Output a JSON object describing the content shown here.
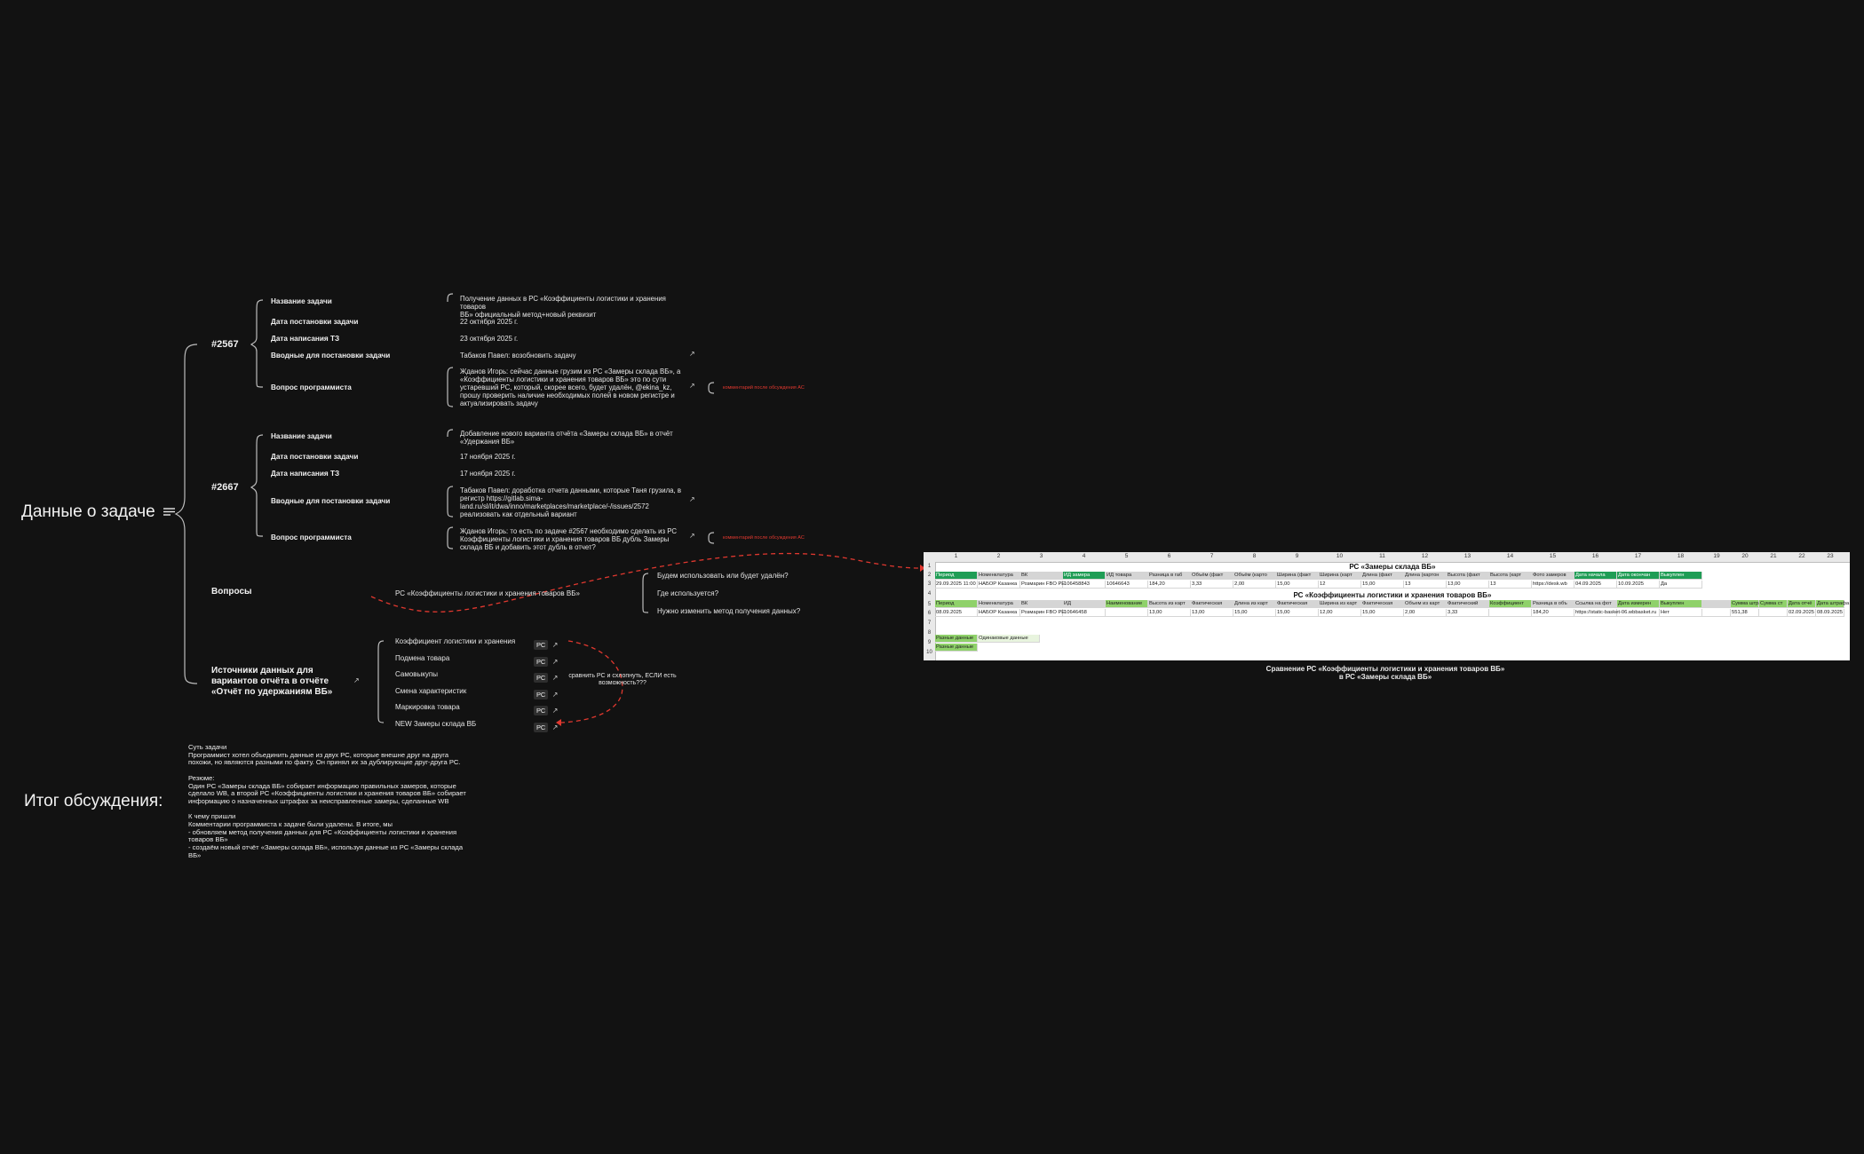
{
  "root": {
    "title": "Данные о задаче",
    "icon": "lines-icon"
  },
  "task_2567": {
    "id": "#2567",
    "rows": [
      {
        "label": "Название задачи",
        "value": "Получение данных в РС «Коэффициенты логистики и хранения товаров\nВБ» официальный метод+новый реквизит"
      },
      {
        "label": "Дата постановки задачи",
        "value": "22 октября 2025 г."
      },
      {
        "label": "Дата написания ТЗ",
        "value": "23 октября 2025 г."
      },
      {
        "label": "Вводные для постановки задачи",
        "value": "Табаков Павел: возобновить задачу"
      },
      {
        "label": "Вопрос программиста",
        "value": "Жданов Игорь: сейчас данные грузим из РС «Замеры склада ВБ», а\n«Коэффициенты логистики и хранения товаров ВБ» это по сути\nустаревший РС, который, скорее всего, будет удалён, @ekina_kz,\nпрошу проверить наличие необходимых полей в новом регистре и\nактуализировать задачу"
      }
    ],
    "note": "комментарий после обсуждения АС"
  },
  "task_2667": {
    "id": "#2667",
    "rows": [
      {
        "label": "Название задачи",
        "value": "Добавление нового варианта отчёта «Замеры склада ВБ» в отчёт\n«Удержания ВБ»"
      },
      {
        "label": "Дата постановки задачи",
        "value": "17 ноября 2025 г."
      },
      {
        "label": "Дата написания ТЗ",
        "value": "17 ноября 2025 г."
      },
      {
        "label": "Вводные для постановки задачи",
        "value": "Табаков Павел: доработка отчета данными, которые Таня грузила, в\nрегистр https://gitlab.sima-\nland.ru/sl/it/dwa/inno/marketplaces/marketplace/-/issues/2572\nреализовать как отдельный вариант"
      },
      {
        "label": "Вопрос программиста",
        "value": "Жданов Игорь: то есть по задаче #2567 необходимо сделать из РС\nКоэффициенты логистики и хранения товаров ВБ дубль Замеры\nсклада ВБ и добавить этот дубль в отчет?"
      }
    ],
    "note": "комментарий после обсуждения АС"
  },
  "questions": {
    "title": "Вопросы",
    "subject": "РС «Коэффициенты логистики и хранения товаров ВБ»",
    "items": [
      "Будем использовать или будет удалён?",
      "Где используется?",
      "Нужно изменить метод получения данных?"
    ]
  },
  "sources": {
    "title": "Источники данных для\nвариантов отчёта в отчёте\n«Отчёт по удержаниям ВБ»",
    "items": [
      "Коэффициент логистики и хранения",
      "Подмена товара",
      "Самовыкупы",
      "Смена характеристик",
      "Маркировка товара",
      "NEW Замеры склада ВБ"
    ],
    "badge": "РС",
    "compare_note": "сравнить РС и схлопнуть, ЕСЛИ есть\nвозможность???"
  },
  "outcome": {
    "title": "Итог обсуждения:",
    "text": "Суть задачи\nПрограммист хотел объединить данные из двух РС, которые внешне друг на друга\nпохожи, но являются разными по факту. Он принял их за дублирующие друг-друга РС.\n\nРезюме:\nОдин РС «Замеры склада ВБ» собирает информацию правильных замеров, которые\nсделало WB, а второй РС «Коэффициенты логистики и хранения товаров ВБ» собирает\nинформацию о назначенных штрафах за неисправленные замеры, сделанные WB\n\nК чему пришли\nКомментарии программиста к задаче были удалены. В итоге, мы\n- обновляем метод получения данных для РС «Коэффициенты логистики и хранения\nтоваров ВБ»\n- создаём новый отчёт «Замеры склада ВБ», используя данные из РС «Замеры склада\nВБ»"
  },
  "sheet": {
    "col_numbers": [
      "1",
      "2",
      "3",
      "4",
      "5",
      "6",
      "7",
      "8",
      "9",
      "10",
      "11",
      "12",
      "13",
      "14",
      "15",
      "16",
      "17",
      "18",
      "19",
      "20",
      "21",
      "22",
      "23"
    ],
    "row_numbers": [
      "1",
      "2",
      "3",
      "4",
      "5",
      "6",
      "7",
      "8",
      "9",
      "10"
    ],
    "title1": "РС «Замеры склада ВБ»",
    "title2": "РС «Коэффициенты логистики и хранения товаров ВБ»",
    "header1": [
      "Период",
      "Номенклатура",
      "ВК",
      "ИД замера",
      "ИД товара",
      "Разница в габ",
      "Объём (факт",
      "Объём (карто",
      "Ширина (факт",
      "Ширина (карт",
      "Длина (факт",
      "Длина (картон",
      "Высота (факт",
      "Высота (карт",
      "Фото замеров",
      "Дата начала",
      "Дата окончан",
      "Выкуплен"
    ],
    "data1": [
      "29.09.2025 11:00",
      "НАБОР Казанка",
      "Розмарин FBO РЕ",
      "106458843",
      "10646643",
      "184,20",
      "3,33",
      "2,00",
      "15,00",
      "12",
      "15,00",
      "13",
      "13,00",
      "13",
      "https://desk.wb",
      "04.09.2025",
      "10.09.2025",
      "Да"
    ],
    "header2": [
      "Период",
      "Номенклатура",
      "ВК",
      "ИД",
      "Наименование",
      "Высота из карт",
      "Фактическая",
      "Длина из карт",
      "Фактическая",
      "Ширина из карт",
      "Фактическая",
      "Объем из карт",
      "Фактический",
      "Коэффициент",
      "Разница в объ",
      "Ссылка на фот",
      "Дата измерен",
      "Выкуплен",
      "",
      "Сумма штраф",
      "Сумма ст",
      "Дата отчё",
      "Дата штрафа"
    ],
    "data2": [
      "08.09.2025",
      "НАБОР Казанка",
      "Розмарин FBO РЕ",
      "10646458",
      "",
      "13,00",
      "13,00",
      "15,00",
      "15,00",
      "12,00",
      "15,00",
      "2,00",
      "3,33",
      "",
      "184,20",
      "https://static-basket-06.wbbasket.ru",
      "",
      "Нет",
      "",
      "551,38",
      "",
      "02.09.2025",
      "08.09.2025"
    ],
    "legend_diff": "Разные данные",
    "legend_same": "Одинаковые данные",
    "legend_diff2": "Разные данные",
    "caption": "Сравнение РС «Коэффициенты логистики и хранения товаров ВБ»\nв РС «Замеры склада ВБ»"
  },
  "colors": {
    "background": "#121212",
    "red": "#e0382f",
    "green_dark": "#1f9d55",
    "green_light": "#8fd16a"
  }
}
